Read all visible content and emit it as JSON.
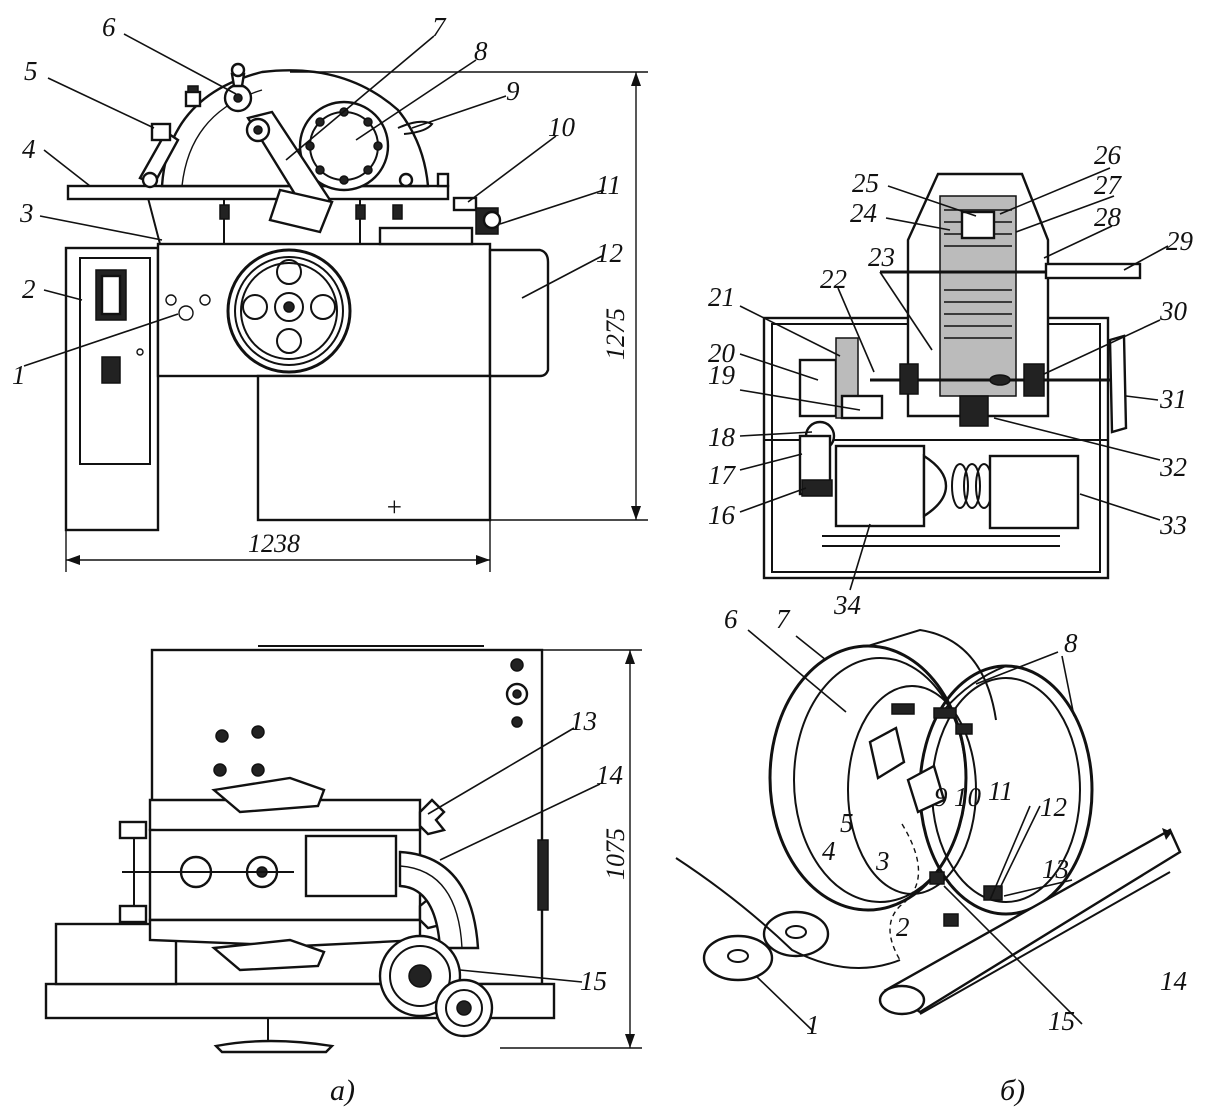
{
  "panel_a": {
    "caption": "а)",
    "front_labels": [
      "1",
      "2",
      "3",
      "4",
      "5",
      "6",
      "7",
      "8",
      "9",
      "10",
      "11",
      "12"
    ],
    "side_labels": [
      "13",
      "14",
      "15"
    ],
    "dims": {
      "width": "1238",
      "height_front": "1275",
      "height_side": "1075"
    }
  },
  "panel_b": {
    "caption": "б)",
    "section_labels": [
      "16",
      "17",
      "18",
      "19",
      "20",
      "21",
      "22",
      "23",
      "24",
      "25",
      "26",
      "27",
      "28",
      "29",
      "30",
      "31",
      "32",
      "33",
      "34"
    ],
    "scheme_labels": [
      "1",
      "2",
      "3",
      "4",
      "5",
      "6",
      "7",
      "8",
      "9",
      "10",
      "11",
      "12",
      "13",
      "14",
      "15"
    ]
  }
}
